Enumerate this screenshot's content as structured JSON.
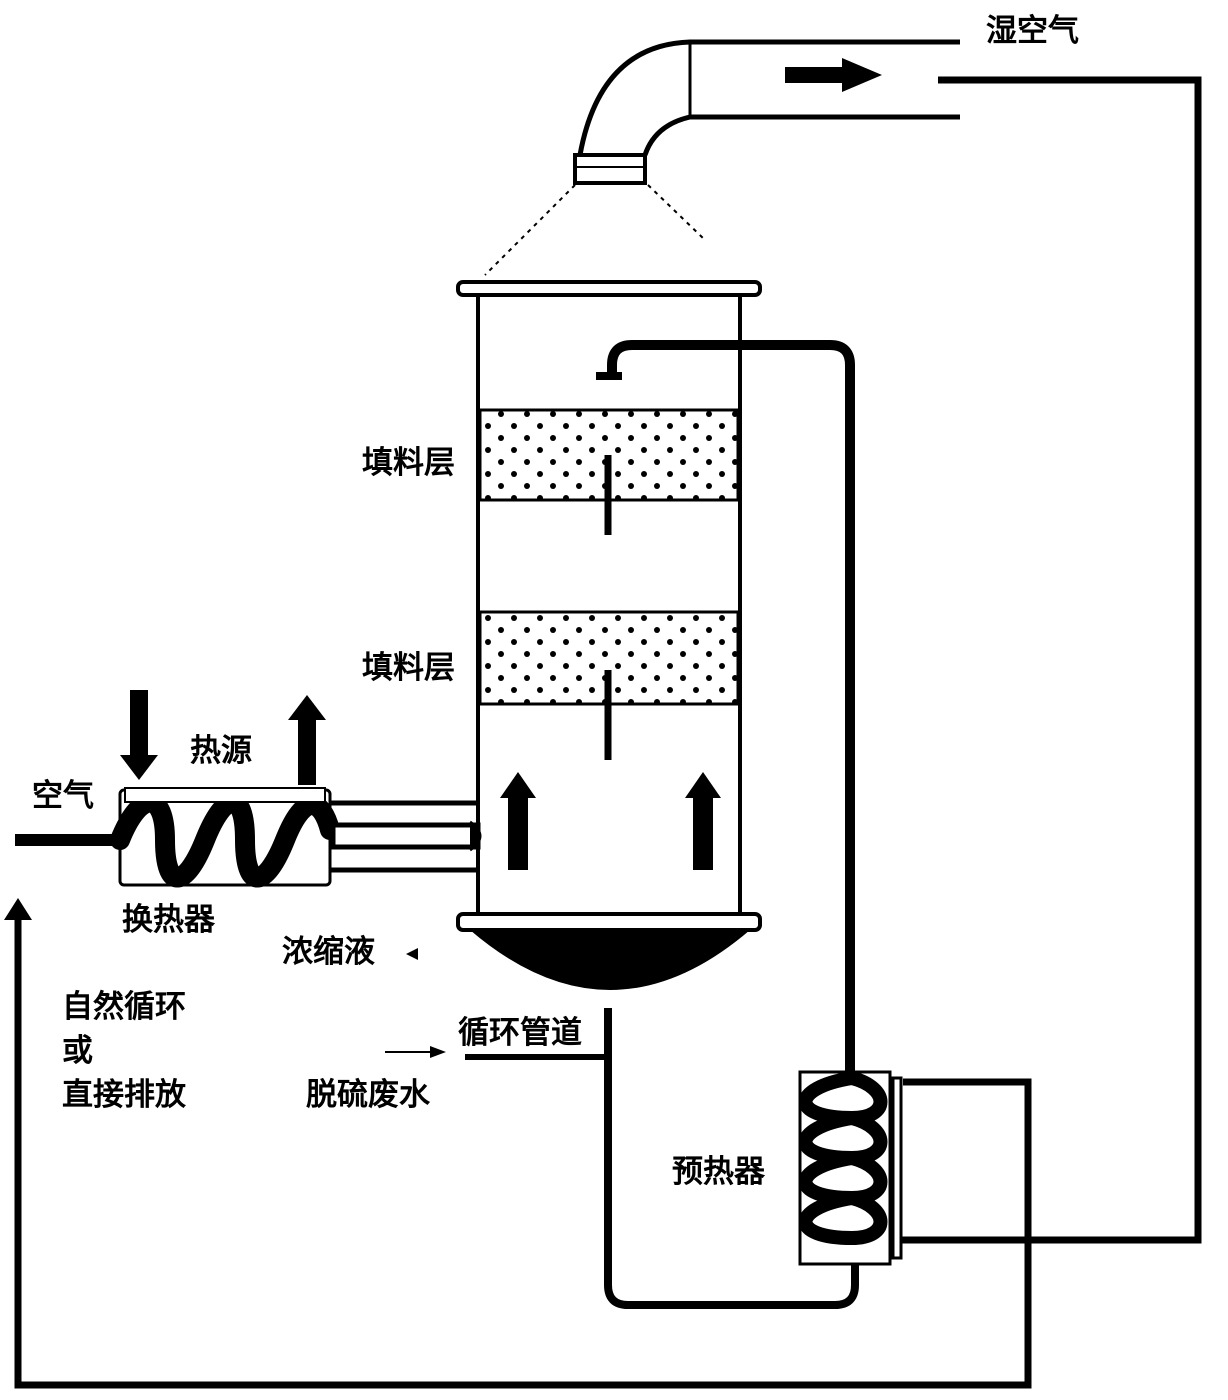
{
  "labels": {
    "wet_air": "湿空气",
    "packing_layer_upper": "填料层",
    "packing_layer_lower": "填料层",
    "heat_source": "热源",
    "air": "空气",
    "heat_exchanger": "换热器",
    "concentrate": "浓缩液",
    "natural_circulation_line1": "自然循环",
    "natural_circulation_line2": "或",
    "natural_circulation_line3": "直接排放",
    "circulation_pipe": "循环管道",
    "desulfurization_wastewater": "脱硫废水",
    "preheater": "预热器"
  },
  "colors": {
    "ink": "#000000",
    "background": "#ffffff"
  }
}
